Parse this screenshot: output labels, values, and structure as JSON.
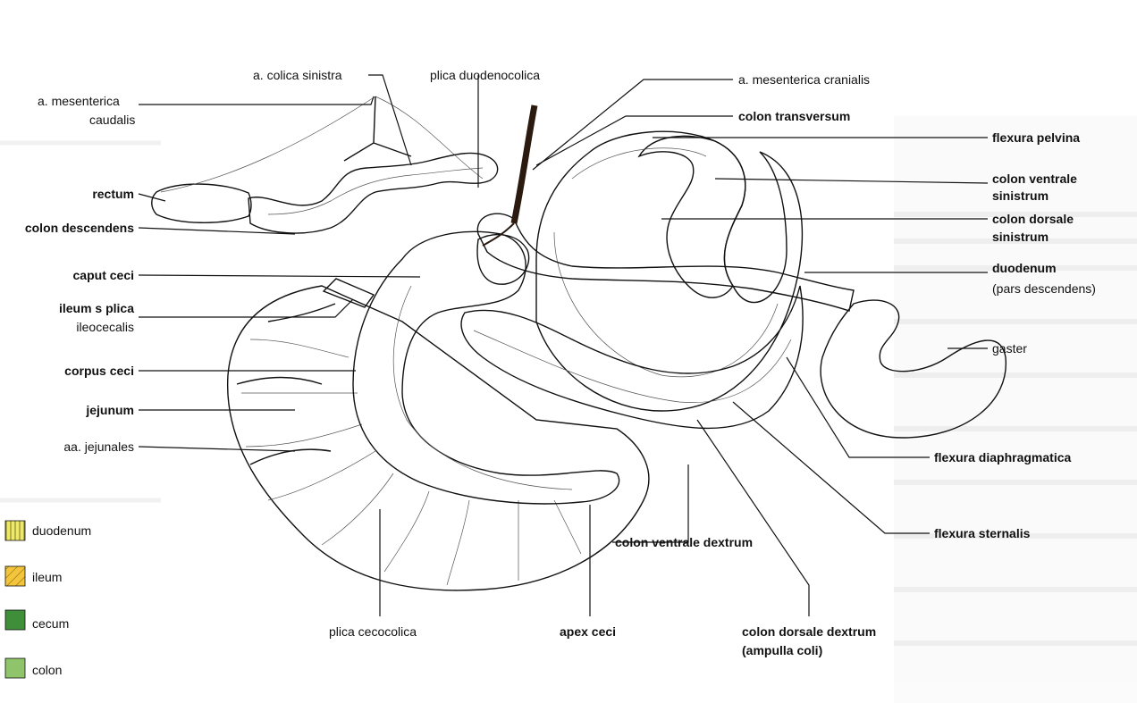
{
  "colors": {
    "duodenum": "#efe96a",
    "ileum": "#f2c53a",
    "cecum": "#3f8f3a",
    "colon": "#8fc46a",
    "rectum": "#d6d6d6",
    "background_text": "#d8d8d8"
  },
  "labels": {
    "colica_sinistra": "a. colica sinistra",
    "plica_duodenocolica": "plica duodenocolica",
    "mesenterica_cranialis": "a. mesenterica cranialis",
    "mesenterica_caudalis_1": "a. mesenterica",
    "mesenterica_caudalis_2": "caudalis",
    "colon_transversum": "colon transversum",
    "flexura_pelvina": "flexura pelvina",
    "colon_ventrale_sinistrum_1": "colon ventrale",
    "colon_ventrale_sinistrum_2": "sinistrum",
    "colon_dorsale_sinistrum_1": "colon dorsale",
    "colon_dorsale_sinistrum_2": "sinistrum",
    "duodenum_1": "duodenum",
    "duodenum_2": "(pars descendens)",
    "gaster": "gaster",
    "rectum": "rectum",
    "colon_descendens": "colon descendens",
    "caput_ceci": "caput ceci",
    "ileum_1": "ileum s plica",
    "ileum_2": "ileocecalis",
    "corpus_ceci": "corpus ceci",
    "jejunum": "jejunum",
    "aa_jejunales": "aa. jejunales",
    "flexura_diaphragmatica": "flexura diaphragmatica",
    "flexura_sternalis": "flexura sternalis",
    "colon_ventrale_dextrum": "colon ventrale dextrum",
    "plica_cecocolica": "plica cecocolica",
    "apex_ceci": "apex ceci",
    "colon_dorsale_dextrum_1": "colon dorsale dextrum",
    "colon_dorsale_dextrum_2": "(ampulla coli)"
  },
  "legend": [
    {
      "label": "duodenum",
      "swatch": "duodenum"
    },
    {
      "label": "ileum",
      "swatch": "ileum"
    },
    {
      "label": "cecum",
      "swatch": "cecum"
    },
    {
      "label": "colon",
      "swatch": "colon"
    }
  ]
}
